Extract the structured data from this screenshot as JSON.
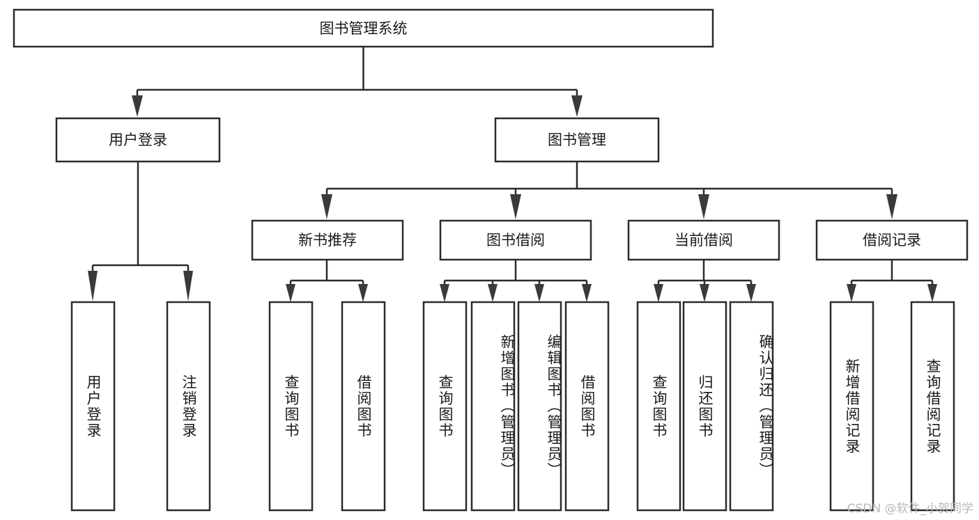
{
  "diagram": {
    "type": "hierarchy-tree",
    "title": "图书管理系统",
    "watermark": "CSDN @软件_小贺同学",
    "colors": {
      "box_stroke": "#2b2b2b",
      "box_fill": "#ffffff",
      "text": "#1a1a1a",
      "arrow": "#3a3a3a",
      "watermark": "#b9b9b9",
      "background": "#ffffff"
    },
    "root": {
      "label": "图书管理系统",
      "orientation": "horizontal"
    },
    "level2": [
      {
        "label": "用户登录",
        "orientation": "horizontal"
      },
      {
        "label": "图书管理",
        "orientation": "horizontal"
      }
    ],
    "level3": [
      {
        "label": "新书推荐",
        "orientation": "horizontal",
        "parent": "图书管理"
      },
      {
        "label": "图书借阅",
        "orientation": "horizontal",
        "parent": "图书管理"
      },
      {
        "label": "当前借阅",
        "orientation": "horizontal",
        "parent": "图书管理"
      },
      {
        "label": "借阅记录",
        "orientation": "horizontal",
        "parent": "图书管理"
      }
    ],
    "leaves": {
      "用户登录": [
        {
          "label": "用户登录",
          "orientation": "vertical"
        },
        {
          "label": "注销登录",
          "orientation": "vertical"
        }
      ],
      "新书推荐": [
        {
          "label": "查询图书",
          "orientation": "vertical"
        },
        {
          "label": "借阅图书",
          "orientation": "vertical"
        }
      ],
      "图书借阅": [
        {
          "label": "查询图书",
          "orientation": "vertical"
        },
        {
          "label": "新增图书（管理员）",
          "orientation": "vertical"
        },
        {
          "label": "编辑图书（管理员）",
          "orientation": "vertical"
        },
        {
          "label": "借阅图书",
          "orientation": "vertical"
        }
      ],
      "当前借阅": [
        {
          "label": "查询图书",
          "orientation": "vertical"
        },
        {
          "label": "归还图书",
          "orientation": "vertical"
        },
        {
          "label": "确认归还（管理员）",
          "orientation": "vertical"
        }
      ],
      "借阅记录": [
        {
          "label": "新增借阅记录",
          "orientation": "vertical"
        },
        {
          "label": "查询借阅记录",
          "orientation": "vertical"
        }
      ]
    }
  }
}
